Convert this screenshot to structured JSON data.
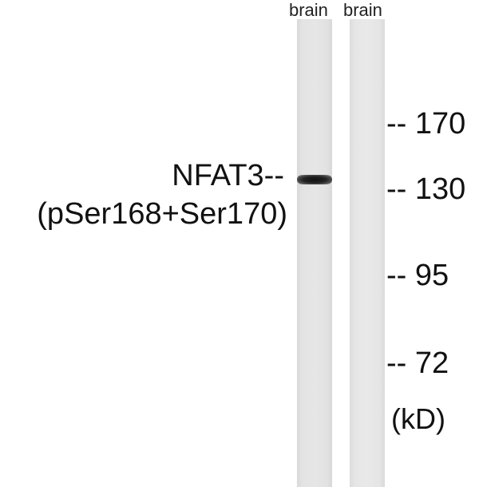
{
  "lanes": [
    {
      "label": "brain"
    },
    {
      "label": "brain"
    }
  ],
  "protein_label": {
    "line1": "NFAT3--",
    "line2": "(pSer168+Ser170)"
  },
  "markers": [
    {
      "label": "-- 170"
    },
    {
      "label": "-- 130"
    },
    {
      "label": "-- 95"
    },
    {
      "label": "-- 72"
    }
  ],
  "unit_label": "(kD)"
}
